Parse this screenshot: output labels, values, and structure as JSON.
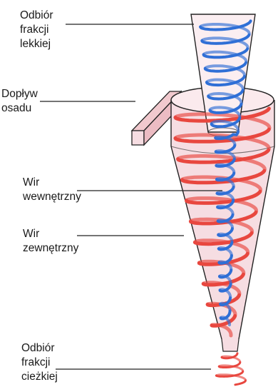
{
  "labels": {
    "light_fraction": [
      "Odbiór",
      "frakcji",
      "lekkiej"
    ],
    "feed_inlet": [
      "Dopływ",
      "osadu"
    ],
    "inner_vortex": [
      "Wir",
      "wewnętrzny"
    ],
    "outer_vortex": [
      "Wir",
      "zewnętrzny"
    ],
    "heavy_fraction": [
      "Odbiór",
      "frakcji",
      "cieżkiej"
    ]
  },
  "colors": {
    "outer_vortex": "#e8473f",
    "inner_vortex": "#2f6fd6",
    "body_fill": "#f6dde2",
    "outline": "#222222"
  }
}
